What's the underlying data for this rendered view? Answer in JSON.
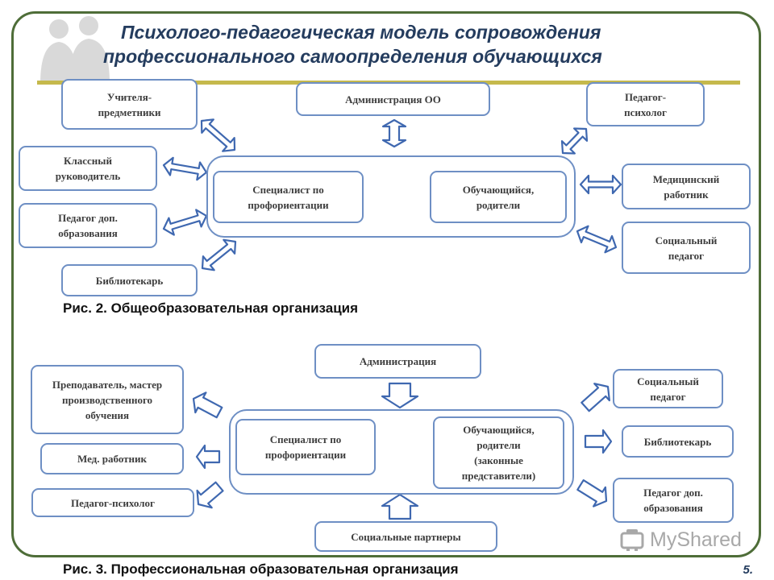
{
  "title": {
    "line1": "Психолого-педагогическая модель сопровождения",
    "line2": "профессионального самоопределения обучающихся"
  },
  "fig2": {
    "caption": "Рис. 2. Общеобразовательная организация",
    "center_left": "Специалист по\nпрофориентации",
    "center_right": "Обучающийся,\nродители",
    "top": "Администрация ОО",
    "left": [
      "Учителя-\nпредметники",
      "Классный\nруководитель",
      "Педагог доп.\nобразования",
      "Библиотекарь"
    ],
    "right": [
      "Педагог-\nпсихолог",
      "Медицинский\nработник",
      "Социальный\nпедагог"
    ]
  },
  "fig3": {
    "caption": "Рис. 3. Профессиональная образовательная организация",
    "center_left": "Специалист по\nпрофориентации",
    "center_right": "Обучающийся,\nродители\n(законные\nпредставители)",
    "top": "Администрация",
    "bottom": "Социальные партнеры",
    "left": [
      "Преподаватель, мастер\nпроизводственного\nобучения",
      "Мед. работник",
      "Педагог-психолог"
    ],
    "right": [
      "Социальный\nпедагог",
      "Библиотекарь",
      "Педагог доп.\nобразования"
    ]
  },
  "page_number": "5.",
  "watermark": "MyShared",
  "colors": {
    "frame": "#4e6d38",
    "rule": "#c5b94c",
    "box_border": "#6e8fc4",
    "arrow": "#3f68b0",
    "title": "#243c5e"
  },
  "icons": [
    "people-silhouette-icon",
    "double-arrow-icon",
    "block-arrow-icon",
    "myshared-logo-icon"
  ]
}
